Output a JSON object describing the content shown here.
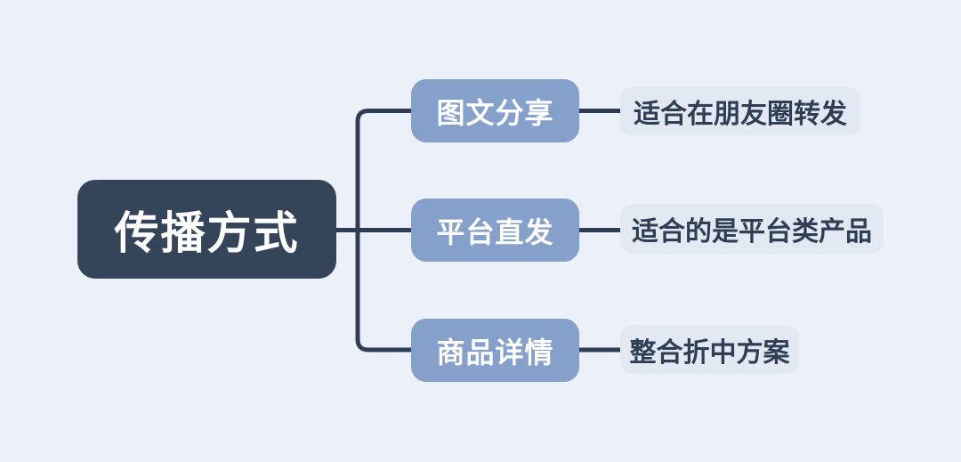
{
  "diagram": {
    "type": "mindmap",
    "root": {
      "label": "传播方式"
    },
    "branches": [
      {
        "label": "图文分享",
        "note": "适合在朋友圈转发"
      },
      {
        "label": "平台直发",
        "note": "适合的是平台类产品"
      },
      {
        "label": "商品详情",
        "note": "整合折中方案"
      }
    ]
  },
  "colors": {
    "background": "#ecf1f9",
    "root_bg": "#344459",
    "root_text": "#ffffff",
    "branch_bg": "#85a0ca",
    "branch_text": "#ffffff",
    "note_bg": "#e3e9f2",
    "note_text": "#2f3e55",
    "connector": "#2f3e55"
  }
}
